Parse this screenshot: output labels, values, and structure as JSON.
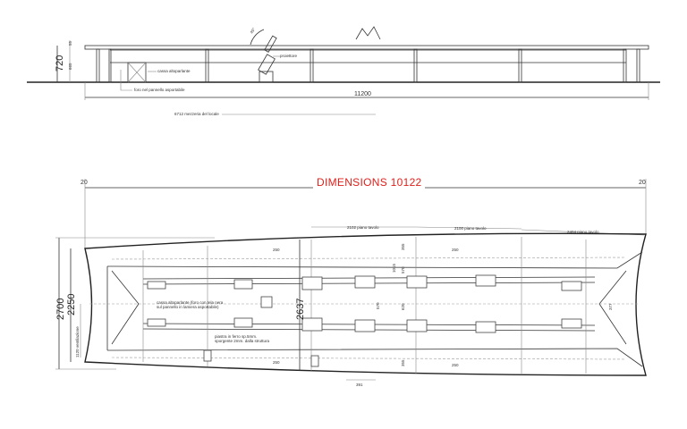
{
  "accent_color": "#e0201b",
  "elevation": {
    "dim_top": "55",
    "dim_mid": "665",
    "dim_height": "720",
    "angle": "45°",
    "label_speaker": "cassa altoparlante",
    "label_projector": "proiettore",
    "label_hole": "foro nel pannello asportabile",
    "dim_length": "11200",
    "label_axis": "6712  mezzeria del locale"
  },
  "plan": {
    "title": "DIMENSIONS 10122",
    "end_left": "20",
    "end_right": "20",
    "segments": [
      "2102 piano tavolo",
      "2100 piano tavolo",
      "2404 piano tavolo"
    ],
    "dim_outer_width": "2700",
    "dim_end_width": "2250",
    "dim_center_width": "2637",
    "dim_small_vertical": "1120 ventilazione",
    "dim_250": "250",
    "dim_1015": "1015",
    "dim_355": "355",
    "dim_570": "570",
    "dim_620": "620",
    "dim_377": "377",
    "dim_391": "391",
    "label_speaker_hole_1": "cassa altoparlante (foro con tela nera",
    "label_speaker_hole_2": "sul pannello in lamiera asportabile)",
    "label_plate_1": "piastra in ferro sp.5mm.",
    "label_plate_2": "sporgente  2mm. dalla struttura"
  }
}
